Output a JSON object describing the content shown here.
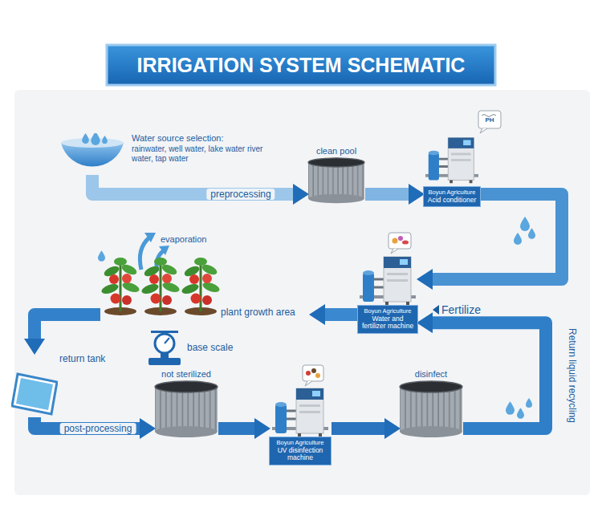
{
  "diagram": {
    "title": "IRRIGATION SYSTEM SCHEMATIC",
    "nodes": [
      {
        "text": [
          "Water source selection:",
          "rainwater, well water, lake water river water, tap water"
        ]
      },
      {
        "text": [
          "clean pool"
        ]
      },
      {
        "text": [
          "Boyun Agriculture",
          "Acid conditioner"
        ]
      },
      {
        "text": [
          "Boyun Agriculture",
          "Water and fertilizer machine"
        ]
      },
      {
        "text": [
          "plant growth area"
        ]
      },
      {
        "text": [
          "return tank"
        ]
      },
      {
        "text": [
          "not sterilized"
        ]
      },
      {
        "text": [
          "Boyun Agriculture",
          "UV disinfection machine"
        ]
      },
      {
        "text": [
          "disinfect"
        ]
      }
    ],
    "edges": [
      {
        "from": 0,
        "to": 1,
        "arrow": "to",
        "label": "preprocessing"
      },
      {
        "from": 1,
        "to": 2,
        "arrow": "to"
      },
      {
        "from": 2,
        "to": 3,
        "arrow": "to"
      },
      {
        "from": 3,
        "to": 4,
        "arrow": "to"
      },
      {
        "from": 4,
        "to": 5,
        "arrow": "to"
      },
      {
        "from": 5,
        "to": 6,
        "arrow": "to",
        "label": "post-processing"
      },
      {
        "from": 6,
        "to": 7,
        "arrow": "to"
      },
      {
        "from": 7,
        "to": 8,
        "arrow": "to"
      },
      {
        "from": 8,
        "to": 3,
        "arrow": "to",
        "label": "Return liquid recycling"
      }
    ],
    "labels": [
      "PH",
      "evaporation",
      "Fertilize",
      "base scale"
    ]
  }
}
